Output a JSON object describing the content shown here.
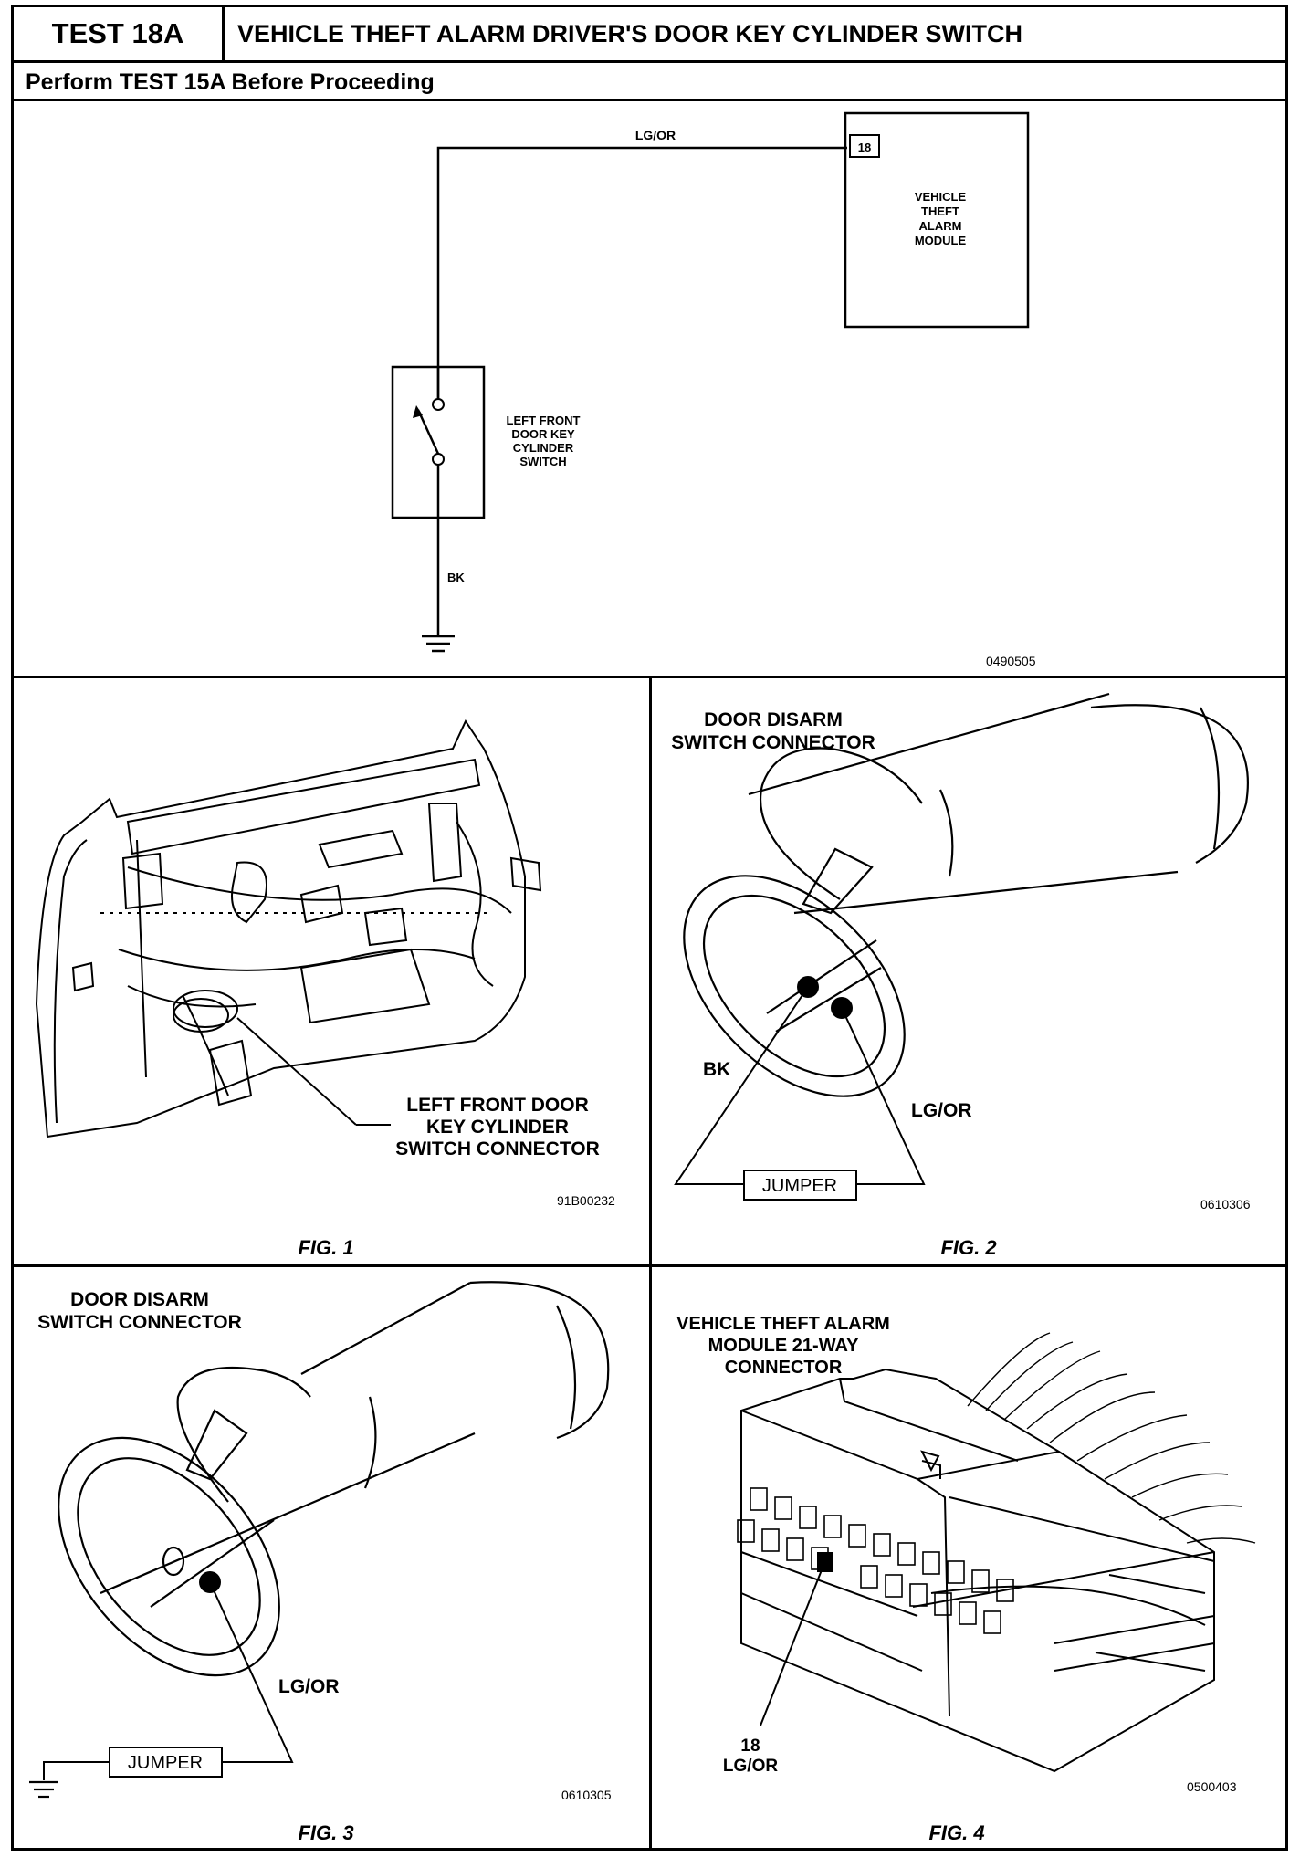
{
  "header": {
    "test_id": "TEST 18A",
    "title": "VEHICLE THEFT ALARM DRIVER'S DOOR KEY CYLINDER SWITCH",
    "subtitle": "Perform TEST 15A Before Proceeding"
  },
  "schematic": {
    "wire_top": "LG/OR",
    "pin": "18",
    "module_line1": "VEHICLE",
    "module_line2": "THEFT",
    "module_line3": "ALARM",
    "module_line4": "MODULE",
    "switch_line1": "LEFT FRONT",
    "switch_line2": "DOOR KEY",
    "switch_line3": "CYLINDER",
    "switch_line4": "SWITCH",
    "wire_bottom": "BK",
    "code": "0490505"
  },
  "fig1": {
    "label_line1": "LEFT FRONT DOOR",
    "label_line2": "KEY CYLINDER",
    "label_line3": "SWITCH CONNECTOR",
    "code": "91B00232",
    "caption": "FIG. 1"
  },
  "fig2": {
    "title_line1": "DOOR DISARM",
    "title_line2": "SWITCH CONNECTOR",
    "wire_a": "BK",
    "wire_b": "LG/OR",
    "jumper": "JUMPER",
    "code": "0610306",
    "caption": "FIG. 2"
  },
  "fig3": {
    "title_line1": "DOOR DISARM",
    "title_line2": "SWITCH CONNECTOR",
    "wire": "LG/OR",
    "jumper": "JUMPER",
    "code": "0610305",
    "caption": "FIG. 3"
  },
  "fig4": {
    "title_line1": "VEHICLE THEFT ALARM",
    "title_line2": "MODULE 21-WAY",
    "title_line3": "CONNECTOR",
    "pin": "18",
    "wire": "LG/OR",
    "code": "0500403",
    "caption": "FIG. 4"
  }
}
